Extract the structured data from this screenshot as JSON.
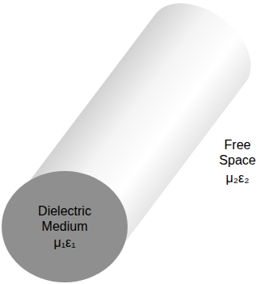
{
  "diagram": {
    "nodes": [
      {
        "text": [
          "Dielectric Medium",
          "μ₁ε₁"
        ]
      }
    ],
    "labels": [
      "Free Space",
      "μ₂ε₂"
    ]
  }
}
